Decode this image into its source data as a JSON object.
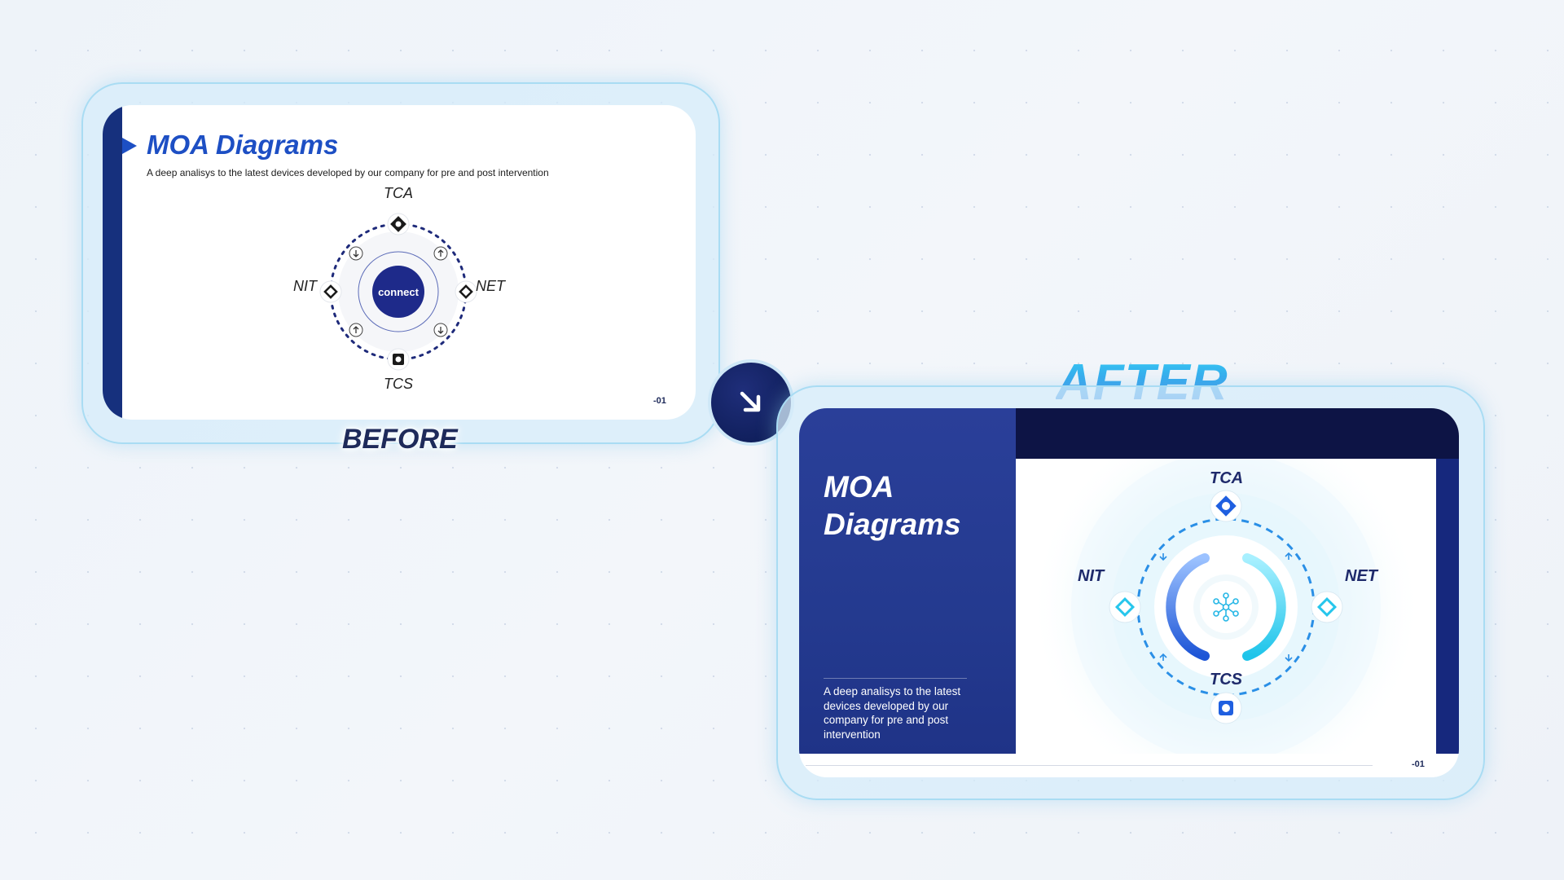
{
  "before": {
    "title": "MOA Diagrams",
    "subtitle": "A deep analisys to the latest devices developed by our company for pre and post intervention",
    "center_label": "connect",
    "nodes": {
      "top": "TCA",
      "left": "NIT",
      "right": "NET",
      "bottom": "TCS"
    },
    "page_number": "-01",
    "label": "BEFORE"
  },
  "after": {
    "label": "AFTER",
    "title": "MOA Diagrams",
    "description": "A deep analisys to the latest devices developed by our company for pre and post intervention",
    "nodes": {
      "top": "TCA",
      "left": "NIT",
      "right": "NET",
      "bottom": "TCS"
    },
    "page_number": "-01"
  },
  "transition_icon": "arrow-down-right-icon",
  "colors": {
    "brand_blue": "#1d4fc4",
    "navy": "#16307d",
    "dark_navy": "#0d1445",
    "cyan_accent": "#26c6ec"
  }
}
